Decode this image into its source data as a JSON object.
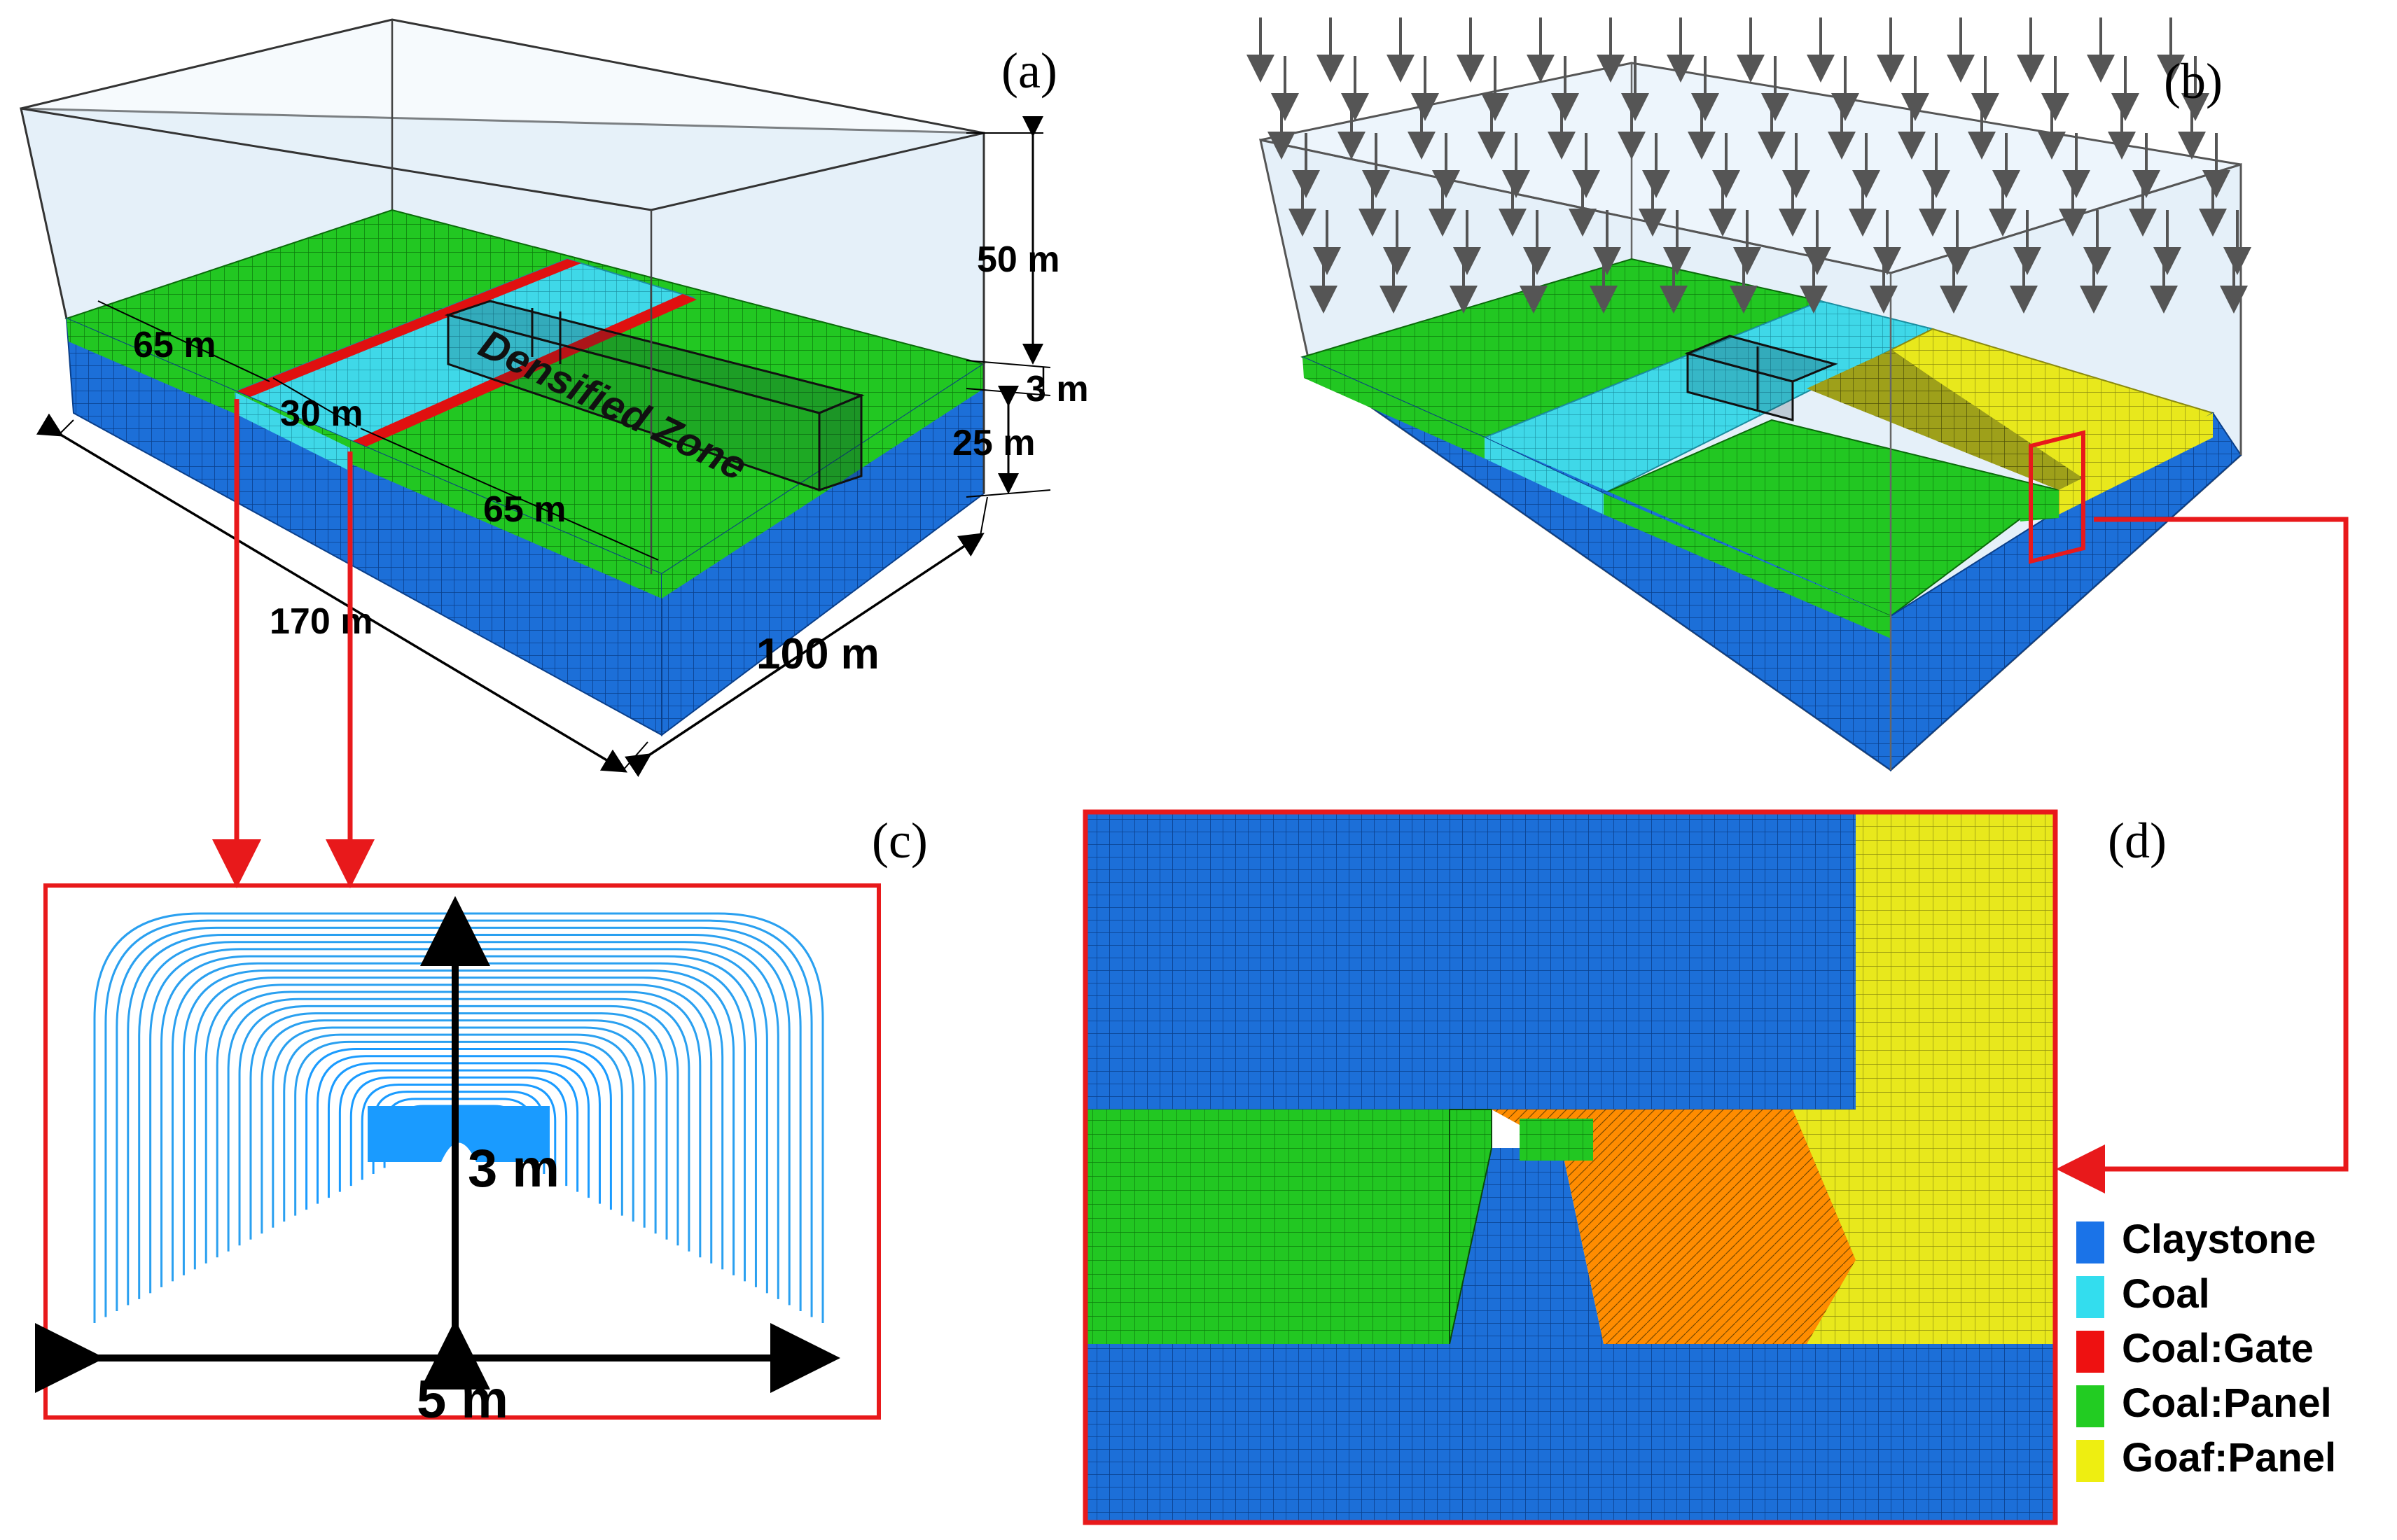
{
  "panels": {
    "a": "(a)",
    "b": "(b)",
    "c": "(c)",
    "d": "(d)"
  },
  "model_a": {
    "dims": {
      "height_top": "50 m",
      "coal_thickness": "3 m",
      "floor_thickness": "25 m",
      "length": "170 m",
      "width": "100 m",
      "panel_left": "65 m",
      "gate_zone": "30 m",
      "panel_right": "65 m"
    },
    "zone_label": "Densified Zone"
  },
  "tunnel_c": {
    "height": "3 m",
    "width": "5 m"
  },
  "legend": [
    {
      "label": "Claystone",
      "color": "#1a73e8"
    },
    {
      "label": "Coal",
      "color": "#33ddee"
    },
    {
      "label": "Coal:Gate",
      "color": "#ee1111"
    },
    {
      "label": "Coal:Panel",
      "color": "#22cc22"
    },
    {
      "label": "Goaf:Panel",
      "color": "#eeee11"
    }
  ],
  "colors": {
    "claystone": "#1a6fd6",
    "coal_panel": "#1fc21f",
    "coal": "#36d6e6",
    "gate": "#e01010",
    "goaf": "#e6e61a",
    "excavation": "#ff8a00",
    "sky": "#dcecf7",
    "callout": "#e8191b"
  }
}
